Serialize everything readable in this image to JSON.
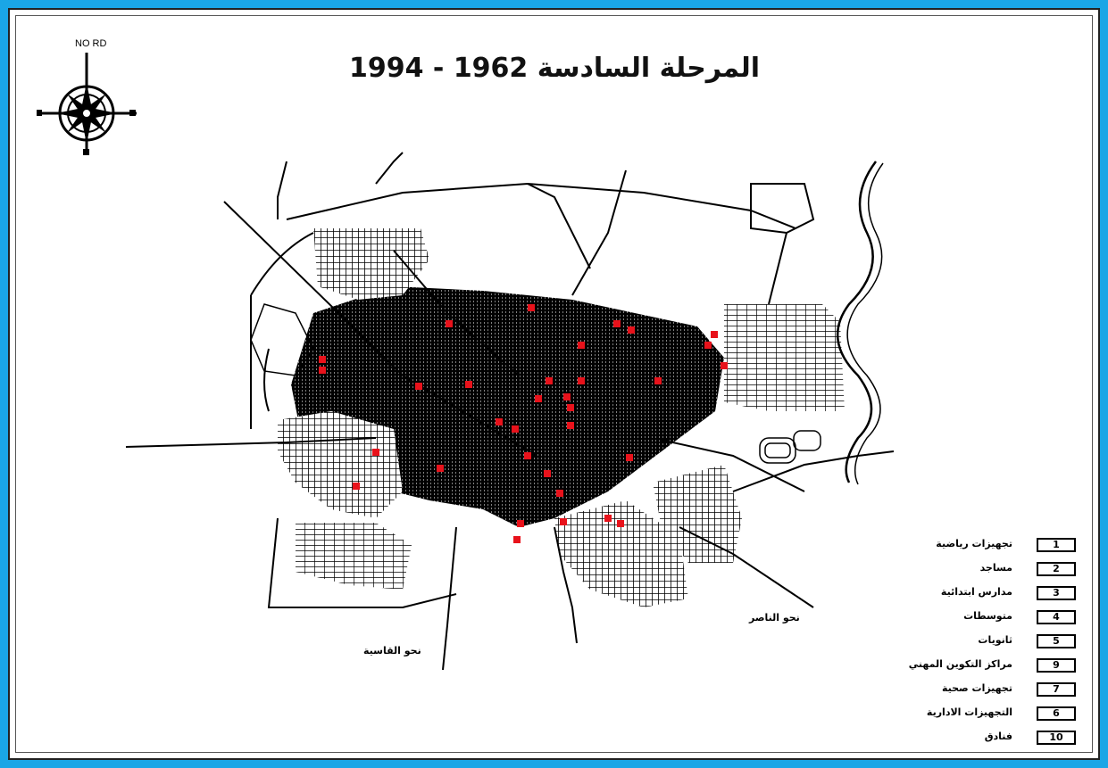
{
  "title": "المرحلة السادسة  1962 - 1994",
  "north_label": "NO RD",
  "place_labels": {
    "bottom_center": "نحو القاسية",
    "bottom_right": "نحو الناصر"
  },
  "legend": {
    "items": [
      {
        "code": "1",
        "label": "تجهيزات رياضية"
      },
      {
        "code": "2",
        "label": "مساجد"
      },
      {
        "code": "3",
        "label": "مدارس ابتدائية"
      },
      {
        "code": "4",
        "label": "متوسطات"
      },
      {
        "code": "5",
        "label": "ثانويات"
      },
      {
        "code": "9",
        "label": "مراكز التكوين المهني"
      },
      {
        "code": "7",
        "label": "تجهيزات صحية"
      },
      {
        "code": "6",
        "label": "التجهيزات الادارية"
      },
      {
        "code": "10",
        "label": "فنادق"
      }
    ]
  },
  "colors": {
    "frame_border": "#1aa6e6",
    "map_ink": "#000000",
    "facility_marker": "#e8121b"
  },
  "icons": [
    "compass-rose-icon"
  ]
}
